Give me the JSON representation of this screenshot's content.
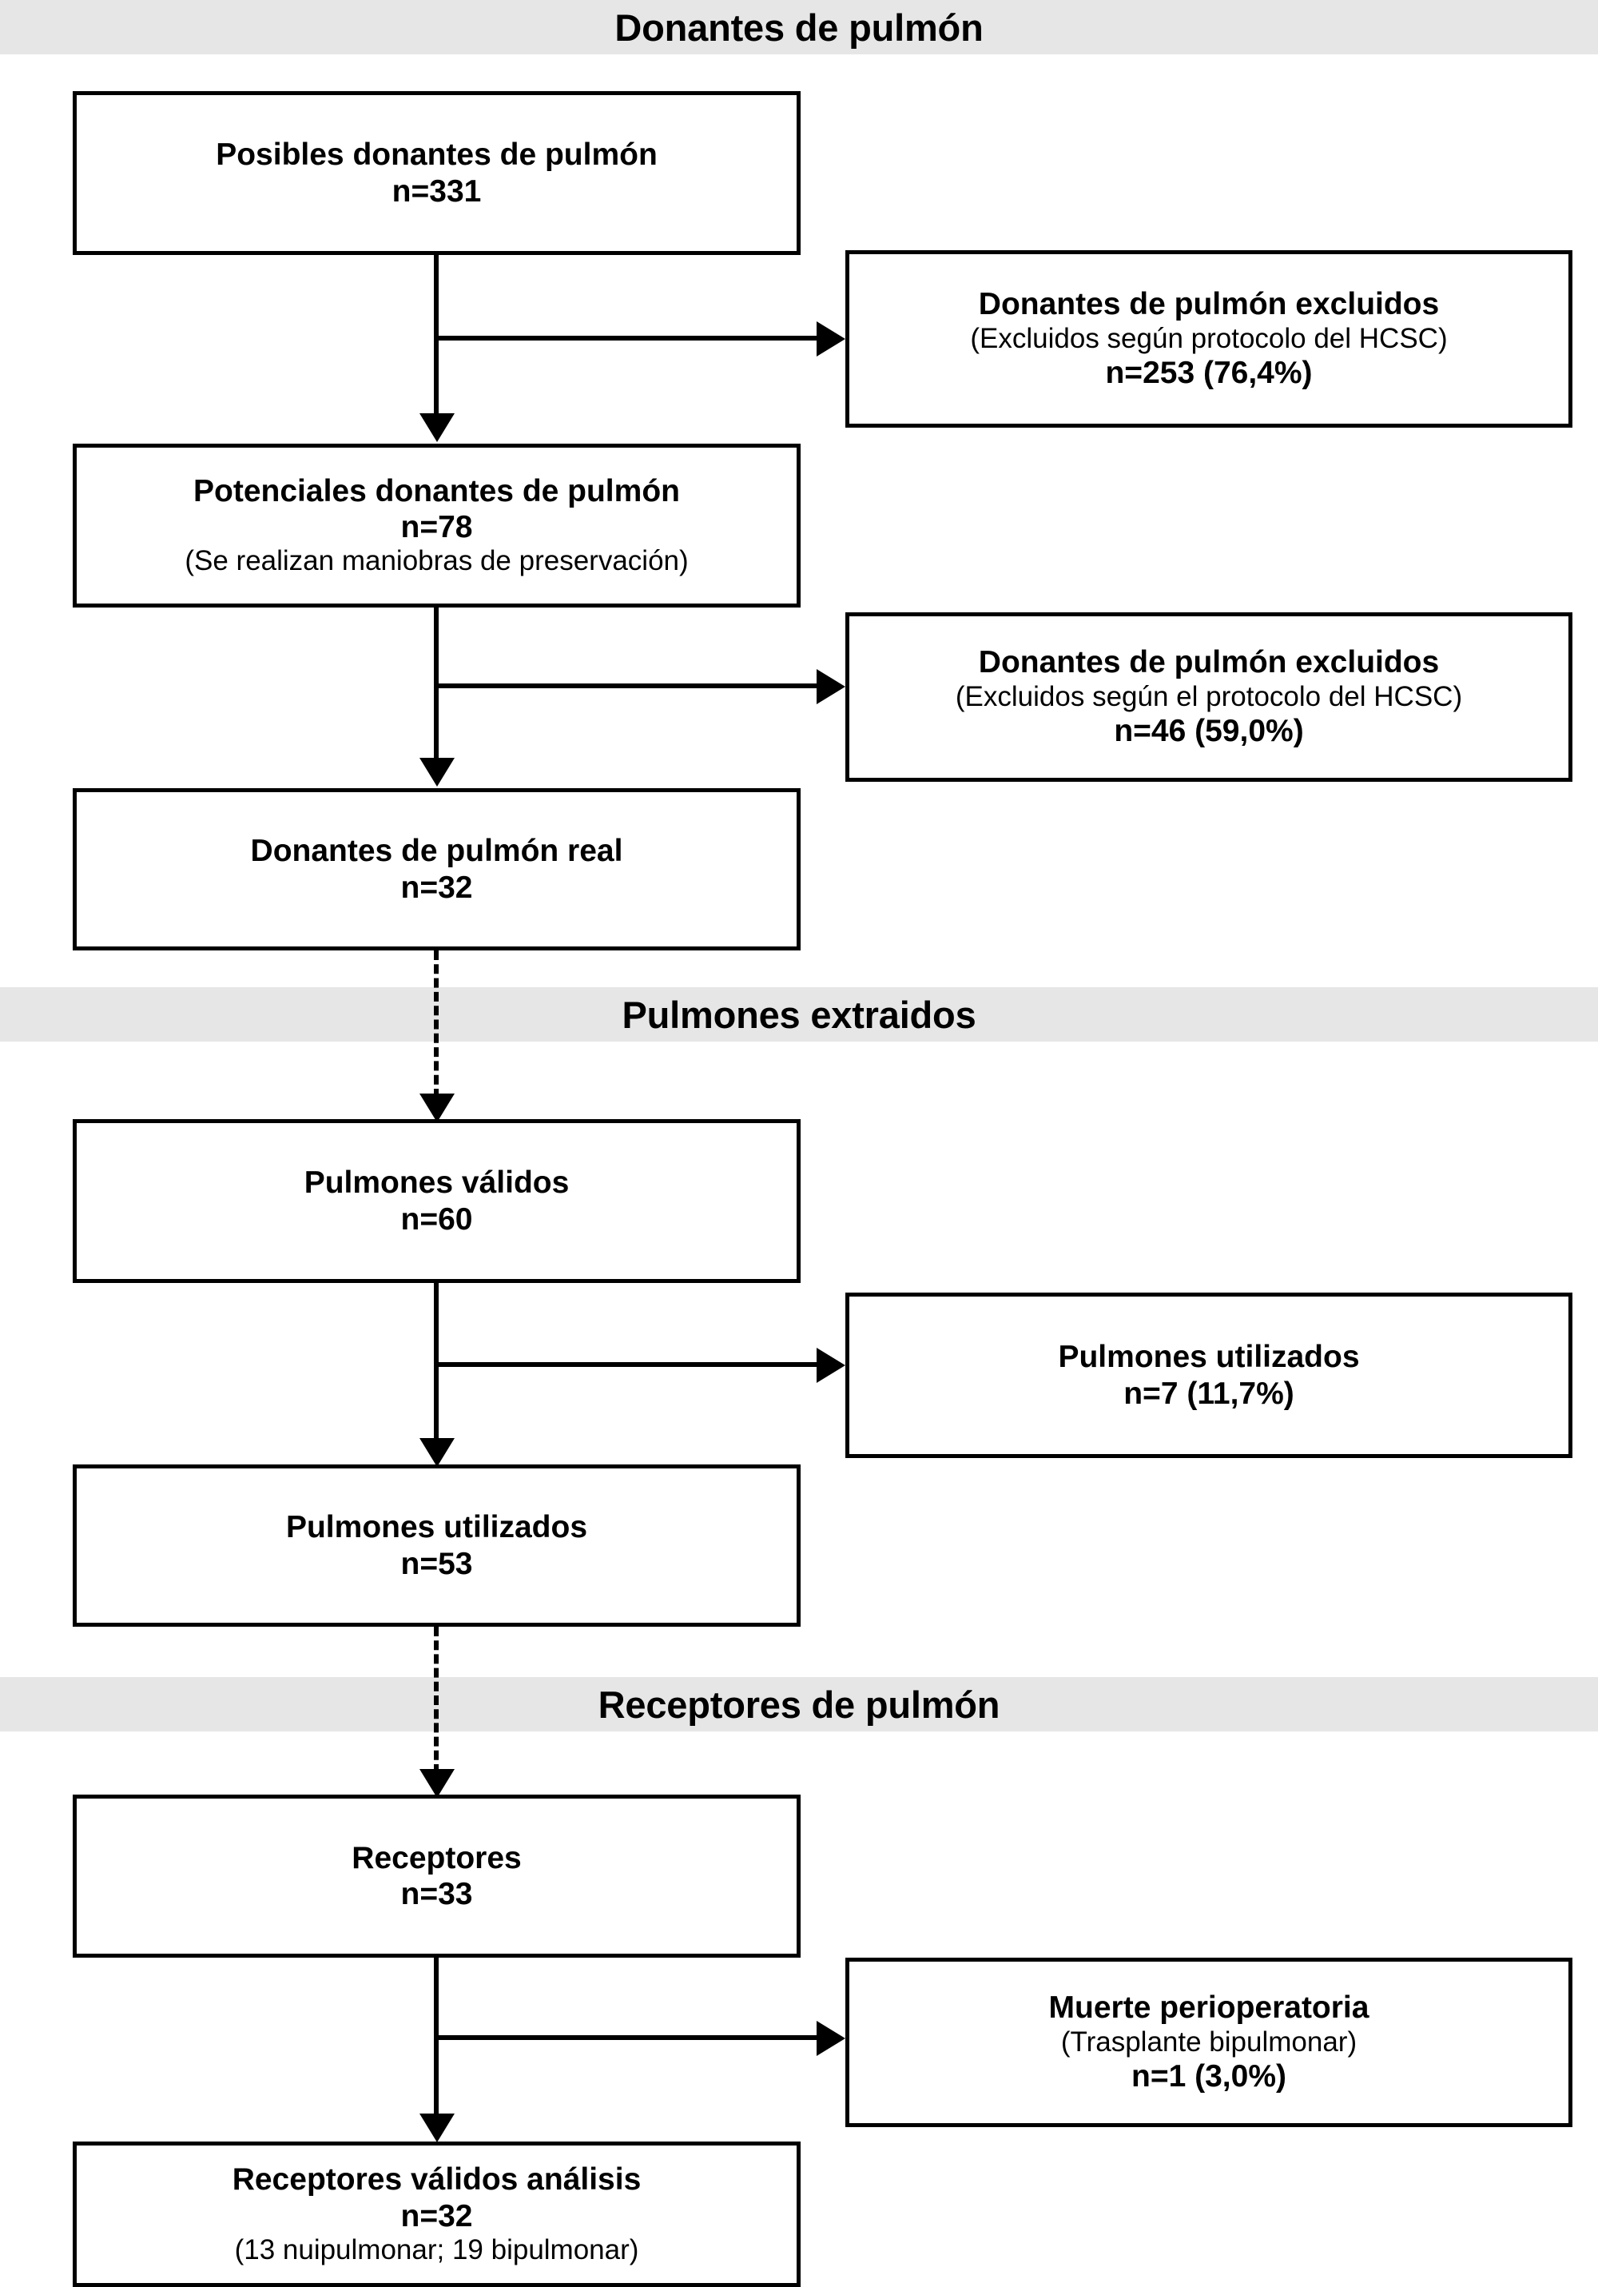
{
  "diagram": {
    "type": "flowchart",
    "language": "es",
    "sections": [
      {
        "id": "donantes",
        "title": "Donantes de pulmón"
      },
      {
        "id": "pulmones",
        "title": "Pulmones extraidos"
      },
      {
        "id": "receptores",
        "title": "Receptores de pulmón"
      }
    ],
    "nodes": {
      "posibles_donantes": {
        "title": "Posibles donantes de pulmón",
        "count": "n=331"
      },
      "excluidos_1": {
        "title": "Donantes de pulmón excluidos",
        "note": "(Excluidos según protocolo del HCSC)",
        "count": "n=253 (76,4%)"
      },
      "potenciales_donantes": {
        "title": "Potenciales donantes de pulmón",
        "count": "n=78",
        "note": "(Se realizan maniobras de preservación)"
      },
      "excluidos_2": {
        "title": "Donantes de pulmón excluidos",
        "note": "(Excluidos según el protocolo del HCSC)",
        "count": "n=46 (59,0%)"
      },
      "donantes_real": {
        "title": "Donantes de pulmón real",
        "count": "n=32"
      },
      "pulmones_validos": {
        "title": "Pulmones válidos",
        "count": "n=60"
      },
      "pulmones_utilizados_excl": {
        "title": "Pulmones utilizados",
        "count": "n=7 (11,7%)"
      },
      "pulmones_utilizados": {
        "title": "Pulmones utilizados",
        "count": "n=53"
      },
      "receptores": {
        "title": "Receptores",
        "count": "n=33"
      },
      "muerte_perioperatoria": {
        "title": "Muerte perioperatoria",
        "note": "(Trasplante bipulmonar)",
        "count": "n=1 (3,0%)"
      },
      "receptores_validos": {
        "title": "Receptores válidos análisis",
        "count": "n=32",
        "note": "(13 nuipulmonar; 19 bipulmonar)"
      }
    },
    "colors": {
      "banner_background": "#e6e6e6",
      "box_border": "#000000",
      "text": "#000000",
      "page_background": "#ffffff"
    }
  }
}
